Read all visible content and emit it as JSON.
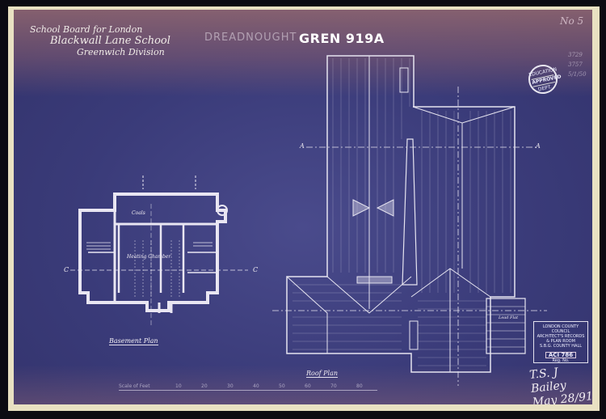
{
  "header": {
    "line1": "School Board for London",
    "line2": "Blackwall Lane School",
    "line3": "Greenwich Division",
    "stamp_dreadnought": "DREADNOUGHT",
    "ref_code": "GREN 919A",
    "sheet_number": "No 5"
  },
  "side_notes": [
    "3729",
    "3757",
    "5/1/50"
  ],
  "approval_seal": {
    "top": "EDUCATION",
    "middle": "APPROVED",
    "bottom": "DEPT."
  },
  "records_box": {
    "line1": "LONDON COUNTY COUNCIL",
    "line2": "ARCHITECT'S RECORDS",
    "line3": "& PLAN ROOM",
    "line4": "S.B.G. COUNTY HALL",
    "reference": "ACI 786",
    "line5": "Reg. No."
  },
  "signature": {
    "name": "T.S. J Bailey",
    "date": "May 28/91"
  },
  "plans": {
    "basement_label": "Basement Plan",
    "roof_label": "Roof Plan",
    "room_heating": "Heating Chamber",
    "room_coals": "Coals",
    "lead_flat": "Lead Flat",
    "marker_c": "C",
    "marker_a": "A"
  },
  "scale_bar": {
    "label": "Scale of Feet",
    "ticks": [
      "10",
      "20",
      "30",
      "40",
      "50",
      "60",
      "70",
      "80"
    ]
  },
  "colors": {
    "paper": "#e9e1c2",
    "blueprint": "#3a3b79",
    "line": "#e6e4f0"
  }
}
